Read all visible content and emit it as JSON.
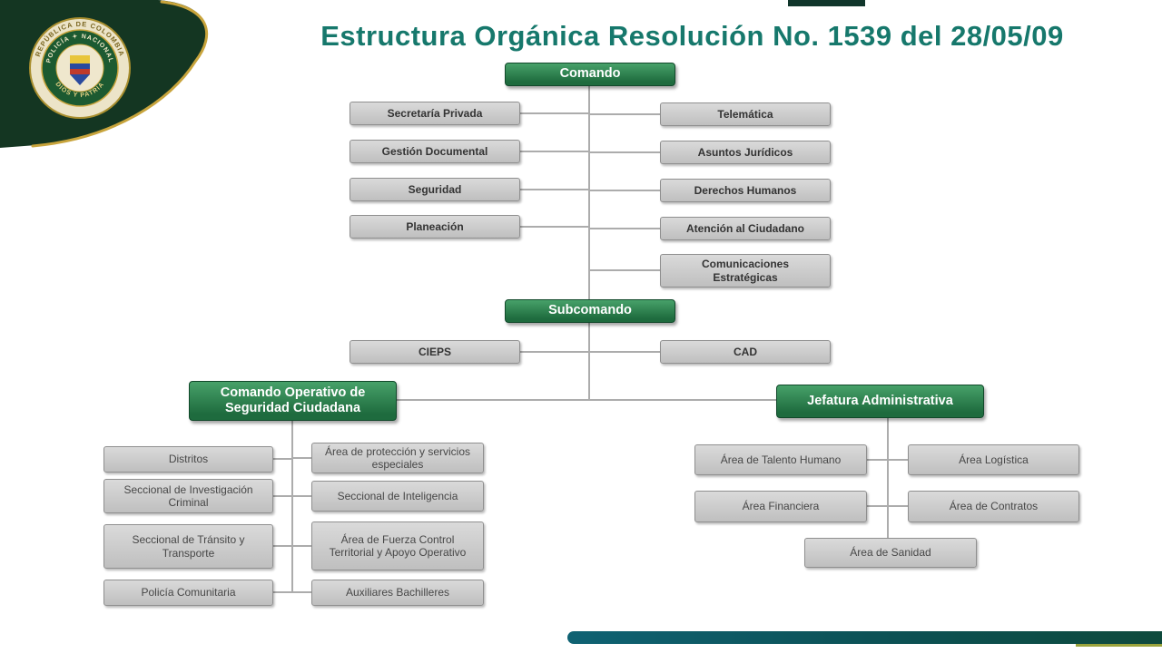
{
  "title": "Estructura Orgánica Resolución No. 1539 del 28/05/09",
  "logo": {
    "outer_text": "REPÚBLICA DE COLOMBIA",
    "ring_top": "POLICÍA ✦ NACIONAL",
    "ring_bottom": "DIOS Y PATRIA"
  },
  "nodes": {
    "comando": "Comando",
    "subcomando": "Subcomando",
    "comando_left": [
      "Secretaría Privada",
      "Gestión Documental",
      "Seguridad",
      "Planeación"
    ],
    "comando_right": [
      "Telemática",
      "Asuntos Jurídicos",
      "Derechos Humanos",
      "Atención al Ciudadano",
      "Comunicaciones Estratégicas"
    ],
    "subcomando_left": [
      "CIEPS"
    ],
    "subcomando_right": [
      "CAD"
    ],
    "operativo": "Comando Operativo de Seguridad Ciudadana",
    "operativo_left": [
      "Distritos",
      "Seccional de Investigación Criminal",
      "Seccional de Tránsito y Transporte",
      "Policía Comunitaria"
    ],
    "operativo_right": [
      "Área de protección y servicios especiales",
      "Seccional de Inteligencia",
      "Área de Fuerza Control Territorial y Apoyo Operativo",
      "Auxiliares Bachilleres"
    ],
    "jefatura": "Jefatura Administrativa",
    "jefatura_left": [
      "Área de Talento Humano",
      "Área Financiera"
    ],
    "jefatura_right": [
      "Área Logística",
      "Área de Contratos"
    ],
    "jefatura_bottom": "Área de Sanidad"
  },
  "colors": {
    "title": "#16786c",
    "green_box": "#2e7d4f",
    "gray_box": "#c9c9c9",
    "connector": "#acacac",
    "accent_bar": "#0f6273",
    "logo_green": "#143622",
    "logo_gold": "#c8a43c"
  }
}
